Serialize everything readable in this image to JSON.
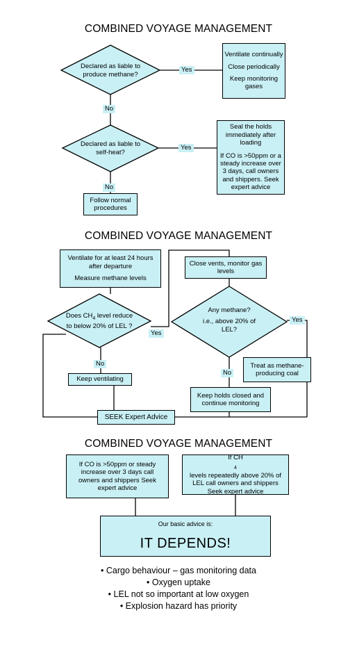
{
  "section1": {
    "title": "COMBINED VOYAGE MANAGEMENT",
    "decision1": "Declared as liable to produce methane?",
    "yes1": "Yes",
    "no1": "No",
    "methane_actions": [
      "Ventilate continually",
      "Close periodically",
      "Keep monitoring gases"
    ],
    "decision2": "Declared as liable to self-heat?",
    "yes2": "Yes",
    "no2": "No",
    "selfheat_actions": [
      "Seal the holds immediately after loading",
      "If CO is >50ppm or a steady increase over 3 days, call owners and shippers. Seek expert advice"
    ],
    "normal": "Follow normal procedures"
  },
  "section2": {
    "title": "COMBINED VOYAGE MANAGEMENT",
    "ventilate_lines": [
      "Ventilate for at least 24 hours after departure",
      "Measure methane levels"
    ],
    "decision_a_pre": "Does CH",
    "decision_a_sub": "4",
    "decision_a_post": " level reduce to below 20% of LEL ?",
    "yes_a": "Yes",
    "no_a": "No",
    "keep_ventilating": "Keep ventilating",
    "close_vents": "Close vents, monitor gas levels",
    "decision_b_1": "Any methane?",
    "decision_b_2": "i.e., above 20% of LEL?",
    "yes_b": "Yes",
    "no_b": "No",
    "treat": "Treat as methane-producing coal",
    "keep_closed": "Keep holds closed and continue monitoring",
    "seek": "SEEK Expert Advice"
  },
  "section3": {
    "title": "COMBINED VOYAGE MANAGEMENT",
    "co_box": "If CO is >50ppm or steady increase over 3 days call owners and shippers Seek expert advice",
    "ch4_pre": "If CH",
    "ch4_sub": "4",
    "ch4_post": " levels repeatedly above 20% of LEL call owners and shippers Seek expert advice",
    "advice_intro": "Our  basic advice is:",
    "advice_main": "IT DEPENDS!"
  },
  "bullets": [
    "Cargo behaviour – gas monitoring data",
    "Oxygen uptake",
    "LEL not so important at low oxygen",
    "Explosion hazard has priority"
  ]
}
